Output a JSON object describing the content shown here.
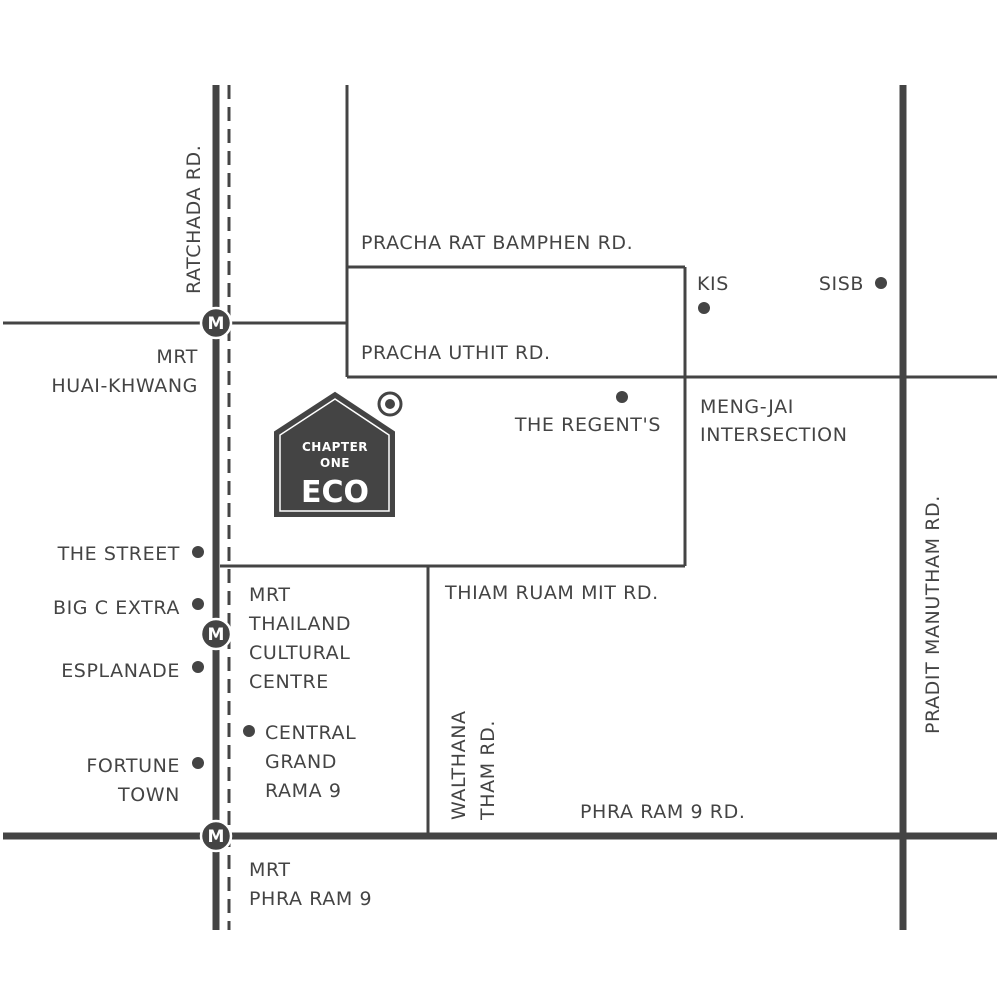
{
  "colors": {
    "road": "#444444",
    "marker": "#444444",
    "text": "#444444",
    "background": "#ffffff"
  },
  "mrt_symbol": "M",
  "project": {
    "line1": "CHAPTER",
    "line2": "ONE",
    "line3": "ECO",
    "icon": "house-shape-logo"
  },
  "roads": {
    "ratchada": "RATCHADA RD.",
    "pracha_rat_bamphen": "PRACHA RAT BAMPHEN RD.",
    "pracha_uthit": "PRACHA UTHIT RD.",
    "thiam_ruam_mit": "THIAM RUAM MIT RD.",
    "walthana_tham_line1": "WALTHANA",
    "walthana_tham_line2": "THAM RD.",
    "phra_ram_9": "PHRA RAM 9 RD.",
    "pradit_manutham": "PRADIT MANUTHAM RD."
  },
  "stations": {
    "huai_khwang": {
      "line1": "MRT",
      "line2": "HUAI-KHWANG"
    },
    "thailand_cultural_centre": {
      "line1": "MRT",
      "line2": "THAILAND",
      "line3": "CULTURAL",
      "line4": "CENTRE"
    },
    "phra_ram_9": {
      "line1": "MRT",
      "line2": "PHRA RAM 9"
    }
  },
  "places": {
    "kis": "KIS",
    "sisb": "SISB",
    "the_regents": "THE REGENT'S",
    "meng_jai_line1": "MENG-JAI",
    "meng_jai_line2": "INTERSECTION",
    "the_street": "THE STREET",
    "big_c_extra": "BIG C EXTRA",
    "esplanade": "ESPLANADE",
    "fortune_town_line1": "FORTUNE",
    "fortune_town_line2": "TOWN",
    "central_line1": "CENTRAL",
    "central_line2": "GRAND",
    "central_line3": "RAMA 9"
  }
}
